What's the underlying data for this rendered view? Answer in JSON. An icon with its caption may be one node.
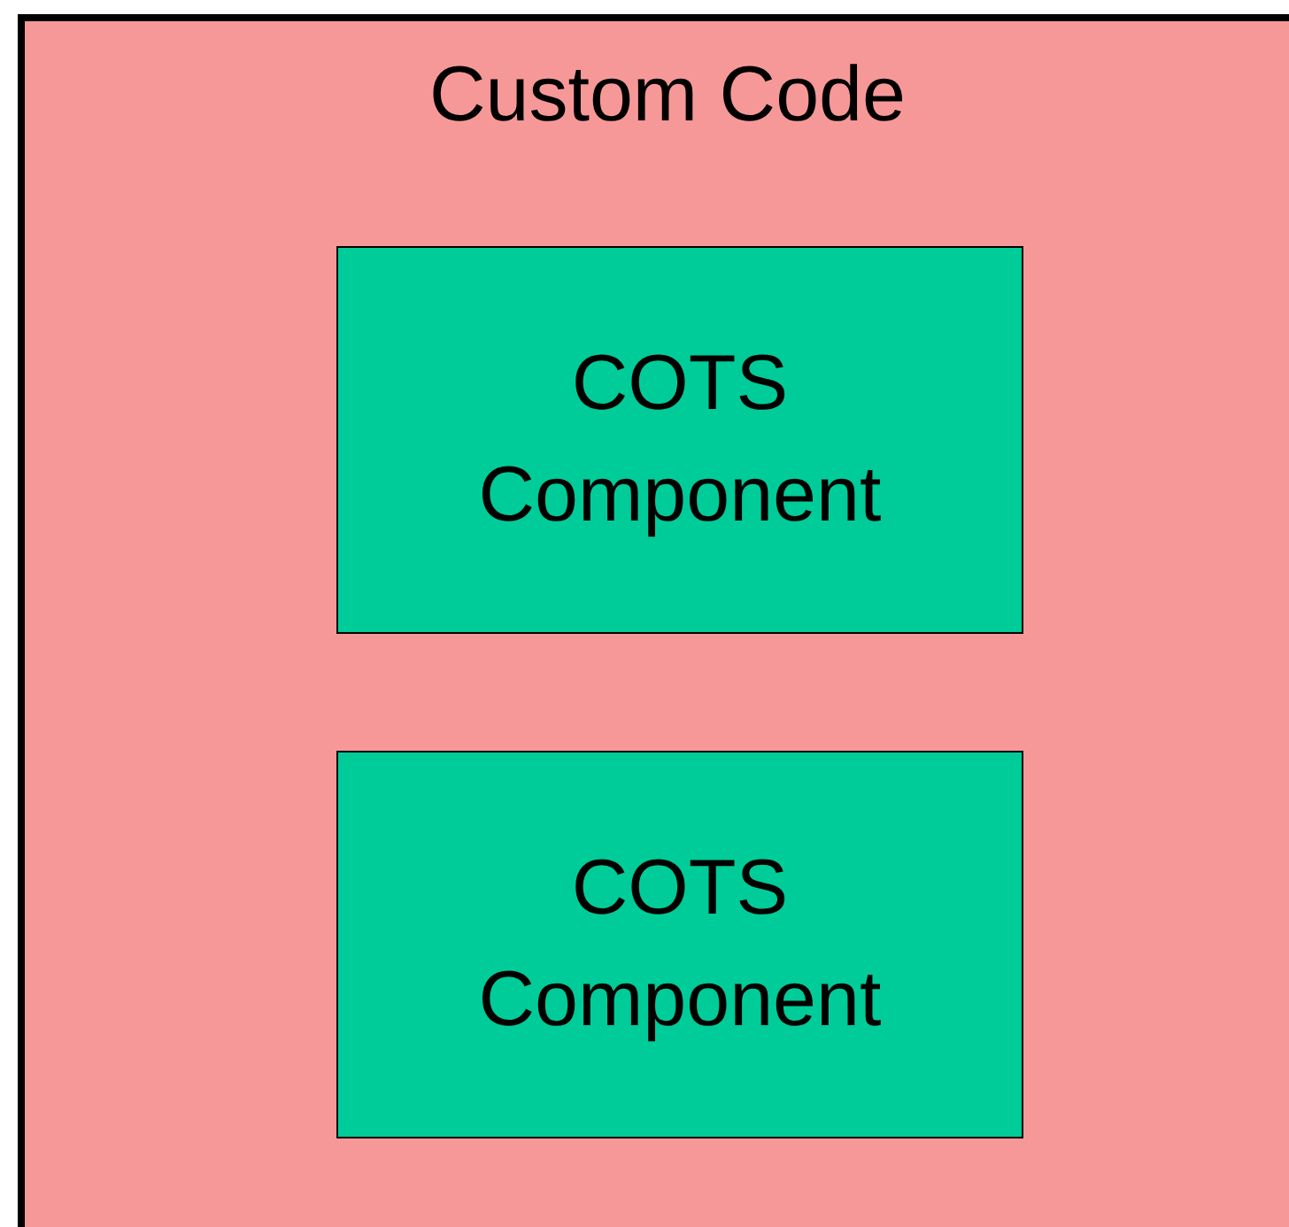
{
  "diagram": {
    "nodes": [
      {
        "text": [
          "Custom Code"
        ]
      },
      {
        "text": [
          "COTS Component"
        ],
        "in": 0
      },
      {
        "text": [
          "COTS Component"
        ],
        "in": 0
      }
    ]
  }
}
